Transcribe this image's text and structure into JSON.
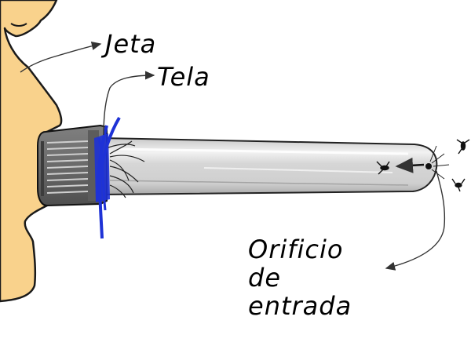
{
  "labels": {
    "jeta": "Jeta",
    "tela": "Tela",
    "orificio": [
      "Orificio",
      "de",
      "entrada"
    ]
  },
  "colors": {
    "skin": "#f9d28c",
    "cap": "#6b6b6b",
    "mesh": "#1e32d6",
    "glass": "#dcdcdc",
    "ink": "#000000"
  },
  "icons": [
    "face-profile",
    "screw-cap",
    "mesh-cloth",
    "glass-tube",
    "insect-icon"
  ]
}
